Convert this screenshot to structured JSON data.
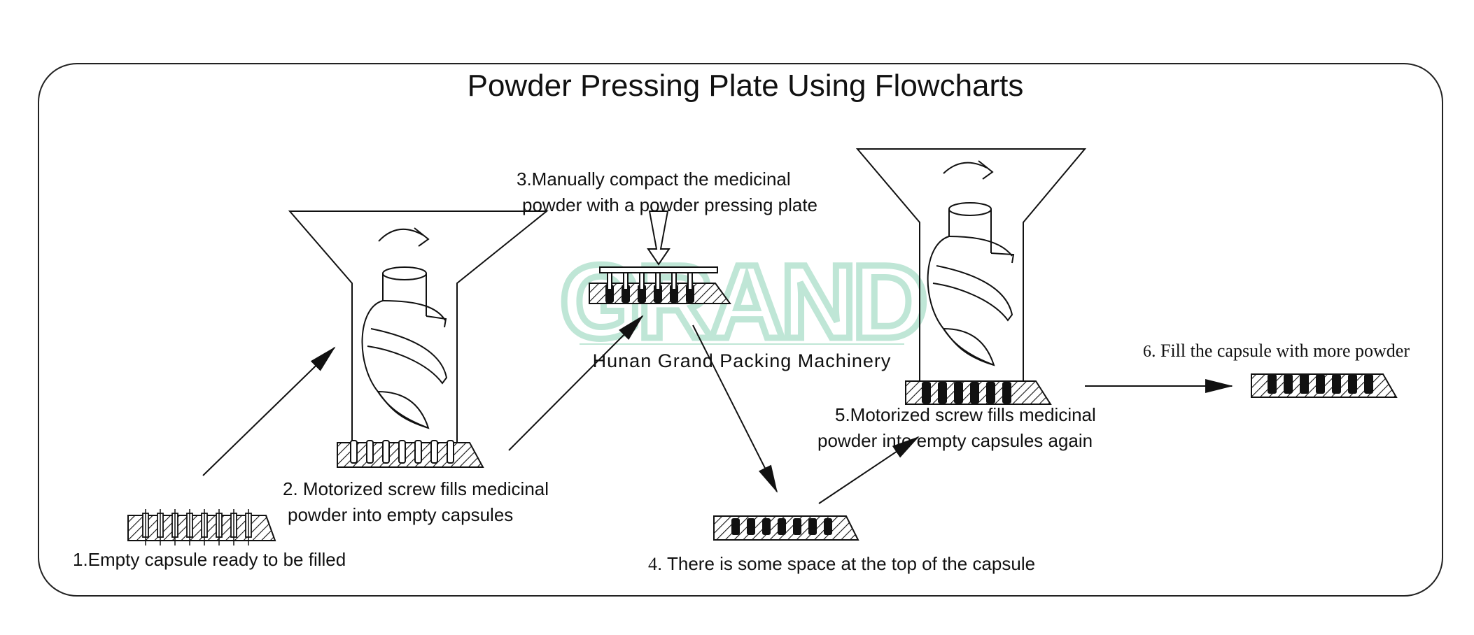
{
  "title": "Powder Pressing Plate Using Flowcharts",
  "watermark": {
    "logo_text": "GRAND",
    "company": "Hunan Grand Packing Machinery",
    "color": "#bfe6d6",
    "text_color": "#b9b9b9"
  },
  "steps": [
    {
      "lines": [
        "1.Empty capsule ready to be filled"
      ]
    },
    {
      "lines": [
        "2. Motorized screw fills medicinal",
        "powder into empty capsules"
      ]
    },
    {
      "lines": [
        "3.Manually compact the medicinal",
        "powder with a powder pressing plate"
      ]
    },
    {
      "num": "4",
      "lines": [
        ". There is some space at the top of the capsule"
      ]
    },
    {
      "lines": [
        "5.Motorized screw fills medicinal",
        "powder into empty capsules again"
      ]
    },
    {
      "num": "6",
      "lines": [
        ". Fill the capsule with more powder"
      ]
    }
  ],
  "colors": {
    "stroke": "#111111",
    "frame": "#222222",
    "background": "#ffffff"
  }
}
